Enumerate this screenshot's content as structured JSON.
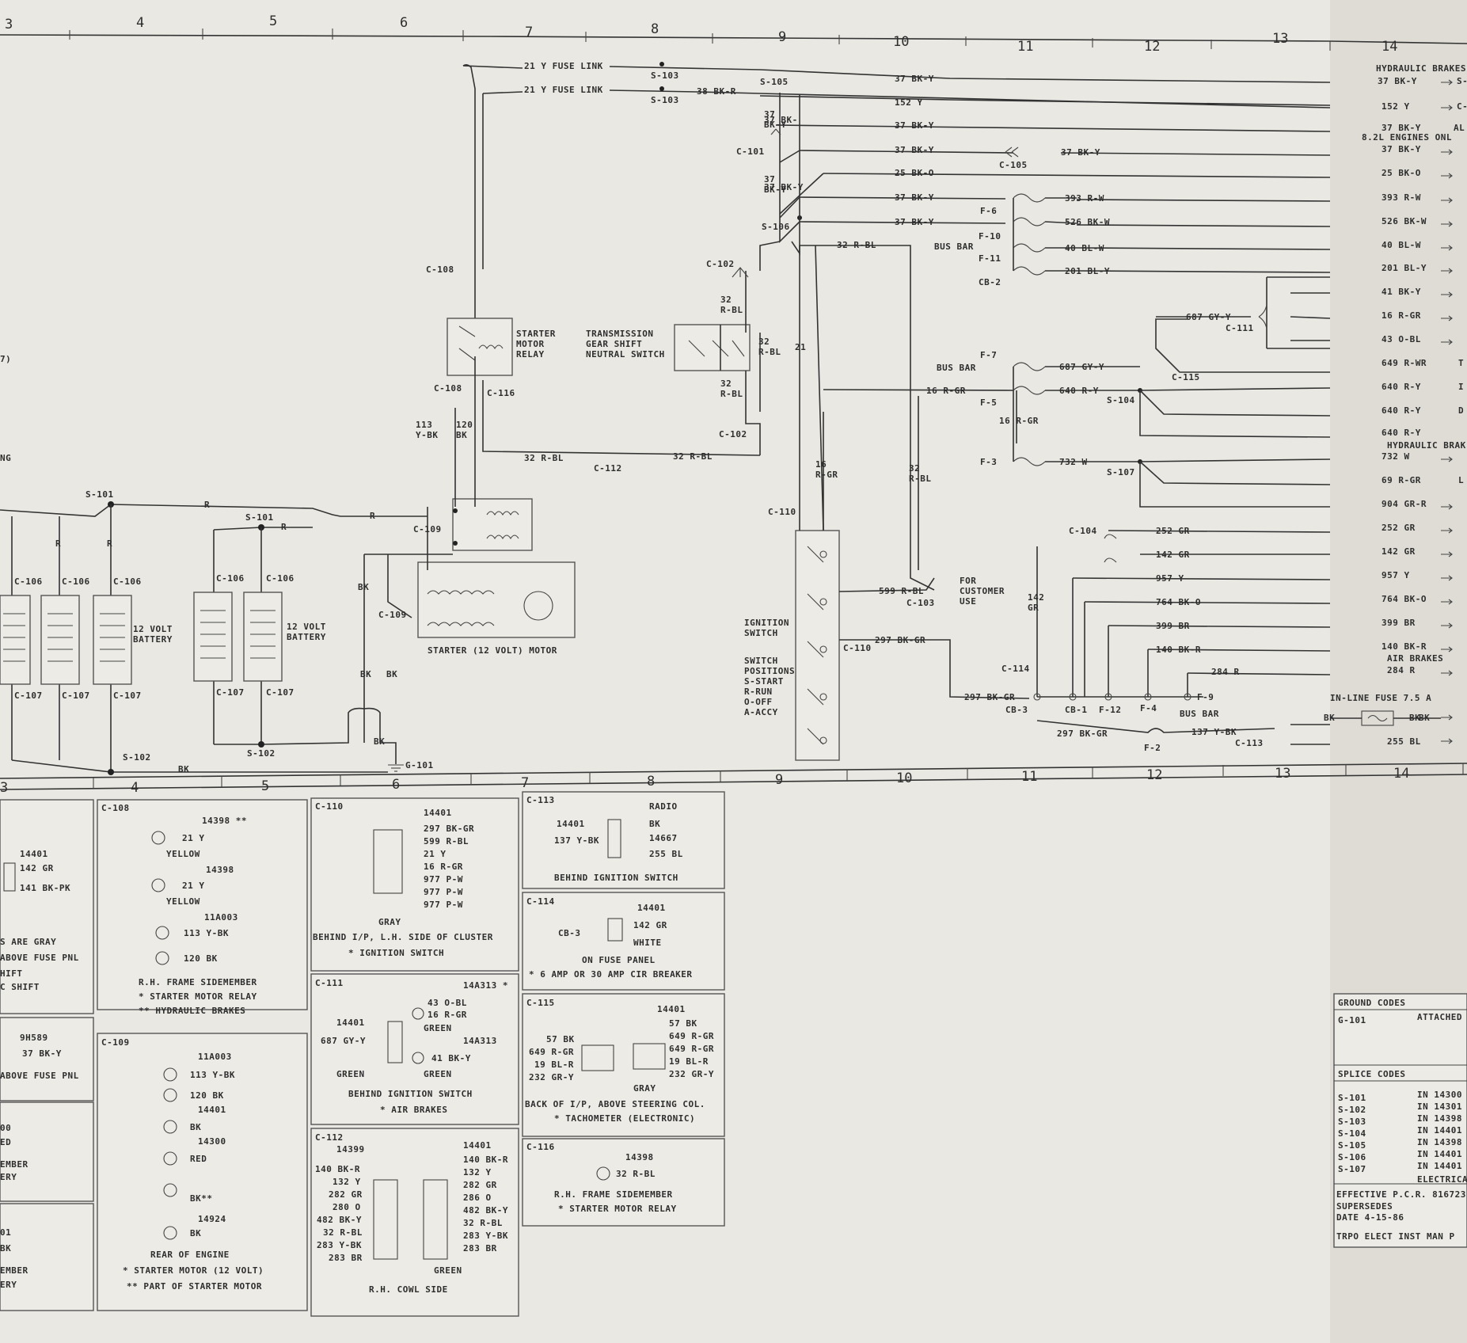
{
  "grid": {
    "top": [
      "3",
      "4",
      "5",
      "6",
      "7",
      "8",
      "9",
      "10",
      "11",
      "12",
      "13",
      "14"
    ],
    "bottom": [
      "3",
      "4",
      "5",
      "6",
      "7",
      "8",
      "9",
      "10",
      "11",
      "12",
      "13",
      "14"
    ]
  },
  "top_wires": [
    {
      "id": "w1",
      "label": "21 Y FUSE LINK"
    },
    {
      "id": "w2",
      "label": "21 Y FUSE LINK"
    },
    {
      "id": "w3",
      "label": "S-103"
    },
    {
      "id": "w4",
      "label": "S-103"
    },
    {
      "id": "w5",
      "label": "38 BK-R"
    },
    {
      "id": "w6",
      "label": "S-105"
    },
    {
      "id": "w7",
      "label": "37 BK-Y"
    },
    {
      "id": "w8",
      "label": "152 Y"
    },
    {
      "id": "w9",
      "label": "37 BK-Y"
    },
    {
      "id": "w10",
      "label": "37 BK-Y"
    },
    {
      "id": "w11",
      "label": "25 BK-O"
    },
    {
      "id": "w12",
      "label": "37 BK-Y"
    },
    {
      "id": "w13",
      "label": "37 BK-Y"
    },
    {
      "id": "w14",
      "label": "C-101"
    },
    {
      "id": "w15",
      "label": "C-105"
    },
    {
      "id": "w16",
      "label": "37 BK-Y"
    },
    {
      "id": "w17",
      "label": "S-106"
    },
    {
      "id": "w18",
      "label": "32 R-BL"
    },
    {
      "id": "w19",
      "label": "37 BK-"
    },
    {
      "id": "w20",
      "label": "37 BK-Y"
    }
  ],
  "fuses": {
    "f6": "F-6",
    "f10": "F-10",
    "f11": "F-11",
    "cb2": "CB-2",
    "busbar": "BUS BAR",
    "f7": "F-7",
    "f5": "F-5",
    "f3": "F-3",
    "busbar2": "BUS BAR",
    "w393": "393 R-W",
    "w526": "526 BK-W",
    "w40": "40 BL-W",
    "w201": "201 BL-Y",
    "w687": "687 GY-Y",
    "w640": "640 R-Y",
    "w16": "16 R-GR",
    "w732": "732 W",
    "s104": "S-104",
    "s107": "S-107",
    "c111": "C-111",
    "c115": "C-115",
    "w687b": "687 GY-Y",
    "w16b": "16 R-GR",
    "w16c": "16 R-GR"
  },
  "right_edge": [
    "HYDRAULIC BRAKES",
    "37 BK-Y",
    "152 Y",
    "37 BK-Y",
    "8.2L ENGINES ONL",
    "37 BK-Y",
    "25 BK-O",
    "393 R-W",
    "526 BK-W",
    "40 BL-W",
    "201 BL-Y",
    "41 BK-Y",
    "16 R-GR",
    "43 O-BL",
    "649 R-WR",
    "640 R-Y",
    "640 R-Y",
    "640 R-Y",
    "HYDRAULIC BRAK",
    "732 W",
    "69 R-GR",
    "904 GR-R",
    "252 GR",
    "142 GR",
    "957 Y",
    "764 BK-O",
    "399 BR",
    "140 BK-R",
    "AIR BRAKES",
    "284 R",
    "BK",
    "255 BL"
  ],
  "right_suffix": {
    "s": "S-",
    "c": "C-",
    "al": "AL",
    "t": "T",
    "i": "I",
    "d": "D",
    "l": "L"
  },
  "left_group": {
    "s101a": "S-101",
    "s101b": "S-101",
    "r1": "R",
    "r2": "R",
    "r3": "R",
    "r4": "R",
    "r5": "R",
    "c106": [
      "C-106",
      "C-106",
      "C-106",
      "C-106",
      "C-106"
    ],
    "c107": [
      "C-107",
      "C-107",
      "C-107",
      "C-107",
      "C-107"
    ],
    "batt1": "12 VOLT\nBATTERY",
    "batt2": "12 VOLT\nBATTERY",
    "bk": "BK",
    "s102a": "S-102",
    "s102b": "S-102",
    "edge_text": "NG",
    "edge7": "7)",
    "g101": "G-101"
  },
  "starter": {
    "c108a": "C-108",
    "c108b": "C-108",
    "c116": "C-116",
    "relay": "STARTER\nMOTOR\nRELAY",
    "w113": "113\nY-BK",
    "w120": "120\nBK",
    "c109a": "C-109",
    "c109b": "C-109",
    "motor": "STARTER (12 VOLT) MOTOR",
    "bk1": "BK",
    "bk2": "BK",
    "bk3": "BK",
    "bk4": "BK"
  },
  "trans": {
    "label": "TRANSMISSION\nGEAR SHIFT\nNEUTRAL SWITCH",
    "c102a": "C-102",
    "c102b": "C-102",
    "w32a": "32\nR-BL",
    "w32b": "32\nR-BL",
    "w32c": "32\nR-BL",
    "c112": "C-112",
    "w32d": "32 R-BL",
    "w32e": "32 R-BL"
  },
  "ignition": {
    "c110a": "C-110",
    "c110b": "C-110",
    "label": "IGNITION\nSWITCH",
    "positions": "SWITCH\nPOSITIONS\nS-START\nR-RUN\nO-OFF\nA-ACCY",
    "w599": "599 R-BL",
    "c103": "C-103",
    "w297": "297 BK-GR",
    "w297b": "297 BK-GR",
    "cust": "FOR\nCUSTOMER\nUSE",
    "w21": "21",
    "w16": "16\nR-GR",
    "w32": "32\nR-BL",
    "w37a": "37\nBK-Y",
    "w37b": "37\nBK-Y"
  },
  "lower_fuses": {
    "c104": "C-104",
    "w252": "252 GR",
    "w142": "142 GR",
    "w957": "957 Y",
    "w764": "764 BK-O",
    "w399": "399 BR",
    "w140": "140 BK-R",
    "w284": "284 R",
    "c114": "C-114",
    "w142v": "142\nGR",
    "cb3": "CB-3",
    "cb1": "CB-1",
    "f12": "F-12",
    "f4": "F-4",
    "f9": "F-9",
    "busbar": "BUS BAR",
    "w297c": "297 BK-GR",
    "f2": "F-2",
    "w137": "137 Y-BK",
    "c113": "C-113",
    "inline": "IN-LINE FUSE 7.5 A",
    "bk": "BK",
    "bk2": "BK"
  },
  "views": {
    "v1": {
      "code": "",
      "p": "14401",
      "a": "142 GR",
      "b": "141 BK-PK",
      "n1": "S ARE GRAY",
      "n2": "ABOVE FUSE PNL",
      "n3": "HIFT",
      "n4": "C SHIFT"
    },
    "v2": {
      "code": "C-108",
      "p1": "14398 **",
      "a": "21 Y",
      "ya": "YELLOW",
      "p2": "14398",
      "b": "21 Y",
      "yb": "YELLOW",
      "p3": "11A003",
      "c": "113 Y-BK",
      "d": "120 BK",
      "n1": "R.H. FRAME SIDEMEMBER",
      "n2": "* STARTER MOTOR RELAY",
      "n3": "** HYDRAULIC BRAKES"
    },
    "v3": {
      "code": "C-110",
      "p": "14401",
      "a": "297 BK-GR",
      "b": "599 R-BL",
      "c": "21 Y",
      "d": "16 R-GR",
      "e": "977 P-W",
      "f": "977 P-W",
      "g": "977 P-W",
      "gray": "GRAY",
      "n1": "BEHIND I/P, L.H. SIDE OF CLUSTER",
      "n2": "* IGNITION SWITCH"
    },
    "v4": {
      "code": "C-113",
      "p1": "14401",
      "w": "137 Y-BK",
      "p2": "RADIO",
      "p3": "14667",
      "a": "BK",
      "b": "255 BL",
      "n1": "BEHIND IGNITION SWITCH"
    },
    "v5": {
      "code": "C-114",
      "p": "14401",
      "cb": "CB-3",
      "a": "142 GR",
      "b": "WHITE",
      "n1": "ON FUSE PANEL",
      "n2": "* 6 AMP OR 30 AMP CIR BREAKER"
    },
    "v6": {
      "code": "",
      "p": "9H589",
      "a": "37 BK-Y",
      "n1": "ABOVE FUSE PNL"
    },
    "v7": {
      "code": "C-111",
      "p": "14401",
      "pa": "14A313 *",
      "pb": "14A313",
      "a": "43 O-BL",
      "b": "16 R-GR",
      "c": "GREEN",
      "d": "41 BK-Y",
      "e": "GREEN",
      "w": "687 GY-Y",
      "g": "GREEN",
      "n1": "BEHIND IGNITION SWITCH",
      "n2": "* AIR BRAKES"
    },
    "v8": {
      "code": "C-115",
      "p": "14401",
      "a": "57 BK",
      "b": "649 R-GR",
      "c": "19 BL-R",
      "d": "232 GR-Y",
      "e": "57 BK",
      "f": "649 R-GR",
      "g": "649 R-GR",
      "h": "19 BL-R",
      "i": "232 GR-Y",
      "gray": "GRAY",
      "n1": "BACK OF I/P, ABOVE STEERING COL.",
      "n2": "* TACHOMETER (ELECTRONIC)"
    },
    "v9": {
      "code": "C-109",
      "p1": "11A003",
      "a": "113 Y-BK",
      "b": "120 BK",
      "p2": "14401",
      "c": "BK",
      "p3": "14300",
      "d": "RED",
      "e": "BK**",
      "p4": "14924",
      "f": "BK",
      "n1": "REAR OF ENGINE",
      "n2": "* STARTER MOTOR (12 VOLT)",
      "n3": "** PART OF STARTER MOTOR"
    },
    "v10": {
      "code": "C-112",
      "pa": "14399",
      "pb": "14401",
      "a": "140 BK-R",
      "b": "132 Y",
      "c": "282 GR",
      "d": "280 O",
      "e": "482 BK-Y",
      "f": "32 R-BL",
      "g": "283 Y-BK",
      "h": "283 BR",
      "i": "140 BK-R",
      "j": "132 Y",
      "k": "282 GR",
      "l": "286 O",
      "m": "482 BK-Y",
      "o": "32 R-BL",
      "p": "283 Y-BK",
      "q": "283 BR",
      "green": "GREEN",
      "n1": "R.H. COWL SIDE"
    },
    "v11": {
      "code": "C-116",
      "p": "14398",
      "a": "32 R-BL",
      "n1": "R.H. FRAME SIDEMEMBER",
      "n2": "* STARTER MOTOR RELAY"
    },
    "v12": {
      "a": "00",
      "b": "ED",
      "c": "EMBER",
      "d": "ERY"
    },
    "v13": {
      "a": "01",
      "b": "BK",
      "c": "EMBER",
      "d": "ERY"
    }
  },
  "codes": {
    "ground_title": "GROUND CODES",
    "g101": "G-101",
    "attached": "ATTACHED",
    "splice_title": "SPLICE CODES",
    "splices": [
      [
        "S-101",
        "IN 14300"
      ],
      [
        "S-102",
        "IN 14301"
      ],
      [
        "S-103",
        "IN 14398"
      ],
      [
        "S-104",
        "IN 14401"
      ],
      [
        "S-105",
        "IN 14398"
      ],
      [
        "S-106",
        "IN 14401"
      ],
      [
        "S-107",
        "IN 14401"
      ]
    ],
    "electric": "ELECTRICAL",
    "pcr": "EFFECTIVE P.C.R. 816723",
    "supersedes": "SUPERSEDES",
    "date": "DATE 4-15-86",
    "tdpo": "TRPO ELECT INST MAN  P"
  }
}
